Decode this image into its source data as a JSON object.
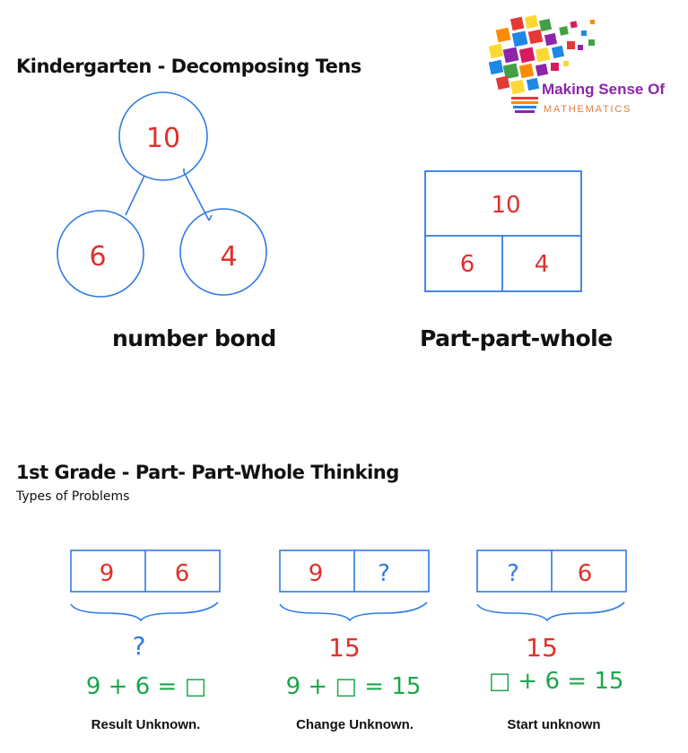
{
  "kindergarten": {
    "title": "Kindergarten - Decomposing Tens",
    "bond": {
      "whole": "10",
      "part_a": "6",
      "part_b": "4",
      "label": "number bond"
    },
    "ppw": {
      "whole": "10",
      "part_a": "6",
      "part_b": "4",
      "label": "Part-part-whole"
    }
  },
  "logo": {
    "line1": "Making Sense Of",
    "line2": "MATHEMATICS",
    "colors": [
      "#e53935",
      "#fb8c00",
      "#fdd835",
      "#43a047",
      "#1e88e5",
      "#8e24aa",
      "#d81b60"
    ]
  },
  "first_grade": {
    "title": "1st Grade - Part- Part-Whole Thinking",
    "subtitle": "Types of Problems",
    "problems": [
      {
        "part_a": "9",
        "part_b": "6",
        "total": "?",
        "equation": "9 + 6 = □",
        "caption": "Result Unknown."
      },
      {
        "part_a": "9",
        "part_b": "?",
        "total": "15",
        "equation": "9 + □ = 15",
        "caption": "Change Unknown."
      },
      {
        "part_a": "?",
        "part_b": "6",
        "total": "15",
        "equation": "□ + 6 = 15",
        "caption": "Start unknown"
      }
    ]
  }
}
